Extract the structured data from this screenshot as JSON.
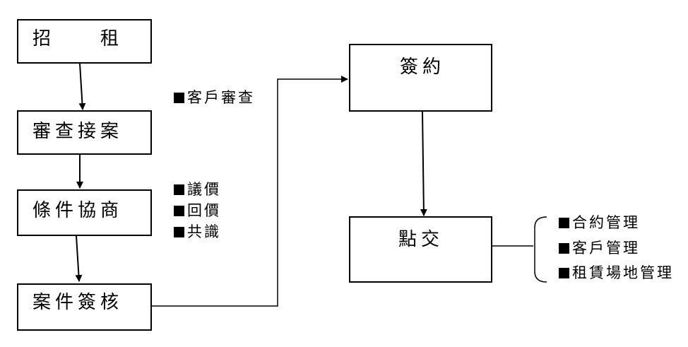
{
  "boxes": {
    "recruit": "招　　租",
    "review": "審查接案",
    "negotiate": "條件協商",
    "approve": "案件簽核",
    "sign": "簽約",
    "handover": "點交"
  },
  "notes": {
    "review": [
      "客戶審查"
    ],
    "negotiate": [
      "議價",
      "回價",
      "共識"
    ],
    "handover": [
      "合約管理",
      "客戶管理",
      "租賃場地管理"
    ]
  }
}
